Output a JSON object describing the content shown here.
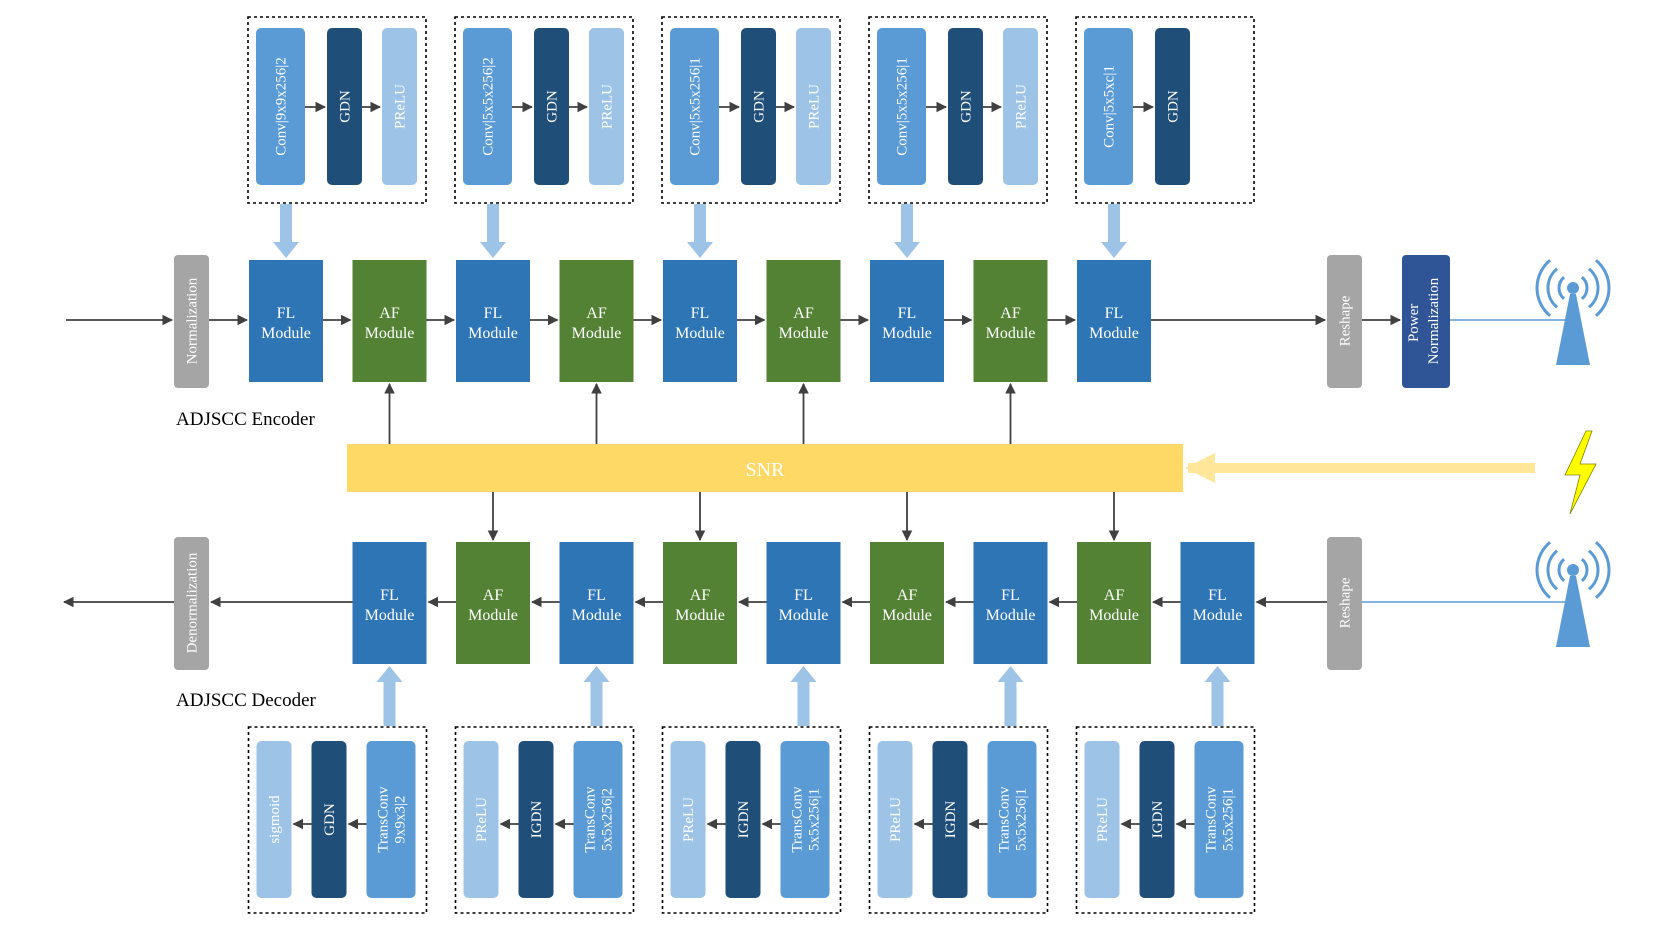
{
  "colors": {
    "fl_module": "#2E75B6",
    "af_module": "#548235",
    "gray_block": "#A5A5A5",
    "power_norm": "#2F5597",
    "conv_block": "#5B9BD5",
    "gdn_block": "#1F4E79",
    "prelu_block": "#9DC3E6",
    "snr_bar": "#FFD966",
    "snr_arrow": "#FFE699",
    "hollow_arrow": "#9DC3E6",
    "antenna": "#5B9BD5",
    "lightning": "#FFFF00",
    "arrow": "#404040"
  },
  "encoder": {
    "label": "ADJSCC Encoder",
    "normalization": "Normalization",
    "reshape": "Reshape",
    "power_normalization": [
      "Power",
      "Normalization"
    ],
    "modules": [
      {
        "kind": "fl",
        "lines": [
          "FL",
          "Module"
        ]
      },
      {
        "kind": "af",
        "lines": [
          "AF",
          "Module"
        ]
      },
      {
        "kind": "fl",
        "lines": [
          "FL",
          "Module"
        ]
      },
      {
        "kind": "af",
        "lines": [
          "AF",
          "Module"
        ]
      },
      {
        "kind": "fl",
        "lines": [
          "FL",
          "Module"
        ]
      },
      {
        "kind": "af",
        "lines": [
          "AF",
          "Module"
        ]
      },
      {
        "kind": "fl",
        "lines": [
          "FL",
          "Module"
        ]
      },
      {
        "kind": "af",
        "lines": [
          "AF",
          "Module"
        ]
      },
      {
        "kind": "fl",
        "lines": [
          "FL",
          "Module"
        ]
      }
    ],
    "detail_boxes": [
      [
        {
          "type": "conv",
          "text": "Conv|9x9x256|2"
        },
        {
          "type": "gdn",
          "text": "GDN"
        },
        {
          "type": "prelu",
          "text": "PReLU"
        }
      ],
      [
        {
          "type": "conv",
          "text": "Conv|5x5x256|2"
        },
        {
          "type": "gdn",
          "text": "GDN"
        },
        {
          "type": "prelu",
          "text": "PReLU"
        }
      ],
      [
        {
          "type": "conv",
          "text": "Conv|5x5x256|1"
        },
        {
          "type": "gdn",
          "text": "GDN"
        },
        {
          "type": "prelu",
          "text": "PReLU"
        }
      ],
      [
        {
          "type": "conv",
          "text": "Conv|5x5x256|1"
        },
        {
          "type": "gdn",
          "text": "GDN"
        },
        {
          "type": "prelu",
          "text": "PReLU"
        }
      ],
      [
        {
          "type": "conv",
          "text": "Conv|5x5xc|1"
        },
        {
          "type": "gdn",
          "text": "GDN"
        }
      ]
    ]
  },
  "snr": {
    "label": "SNR"
  },
  "decoder": {
    "label": "ADJSCC Decoder",
    "denormalization": "Denormalization",
    "reshape": "Reshape",
    "modules": [
      {
        "kind": "fl",
        "lines": [
          "FL",
          "Module"
        ]
      },
      {
        "kind": "af",
        "lines": [
          "AF",
          "Module"
        ]
      },
      {
        "kind": "fl",
        "lines": [
          "FL",
          "Module"
        ]
      },
      {
        "kind": "af",
        "lines": [
          "AF",
          "Module"
        ]
      },
      {
        "kind": "fl",
        "lines": [
          "FL",
          "Module"
        ]
      },
      {
        "kind": "af",
        "lines": [
          "AF",
          "Module"
        ]
      },
      {
        "kind": "fl",
        "lines": [
          "FL",
          "Module"
        ]
      },
      {
        "kind": "af",
        "lines": [
          "AF",
          "Module"
        ]
      },
      {
        "kind": "fl",
        "lines": [
          "FL",
          "Module"
        ]
      }
    ],
    "detail_boxes": [
      [
        {
          "type": "prelu",
          "text": [
            "sigmoid"
          ]
        },
        {
          "type": "gdn",
          "text": [
            "GDN"
          ]
        },
        {
          "type": "conv",
          "text": [
            "TransConv",
            "9x9x3|2"
          ]
        }
      ],
      [
        {
          "type": "prelu",
          "text": [
            "PReLU"
          ]
        },
        {
          "type": "gdn",
          "text": [
            "IGDN"
          ]
        },
        {
          "type": "conv",
          "text": [
            "TransConv",
            "5x5x256|2"
          ]
        }
      ],
      [
        {
          "type": "prelu",
          "text": [
            "PReLU"
          ]
        },
        {
          "type": "gdn",
          "text": [
            "IGDN"
          ]
        },
        {
          "type": "conv",
          "text": [
            "TransConv",
            "5x5x256|1"
          ]
        }
      ],
      [
        {
          "type": "prelu",
          "text": [
            "PReLU"
          ]
        },
        {
          "type": "gdn",
          "text": [
            "IGDN"
          ]
        },
        {
          "type": "conv",
          "text": [
            "TransConv",
            "5x5x256|1"
          ]
        }
      ],
      [
        {
          "type": "prelu",
          "text": [
            "PReLU"
          ]
        },
        {
          "type": "gdn",
          "text": [
            "IGDN"
          ]
        },
        {
          "type": "conv",
          "text": [
            "TransConv",
            "5x5x256|1"
          ]
        }
      ]
    ]
  }
}
